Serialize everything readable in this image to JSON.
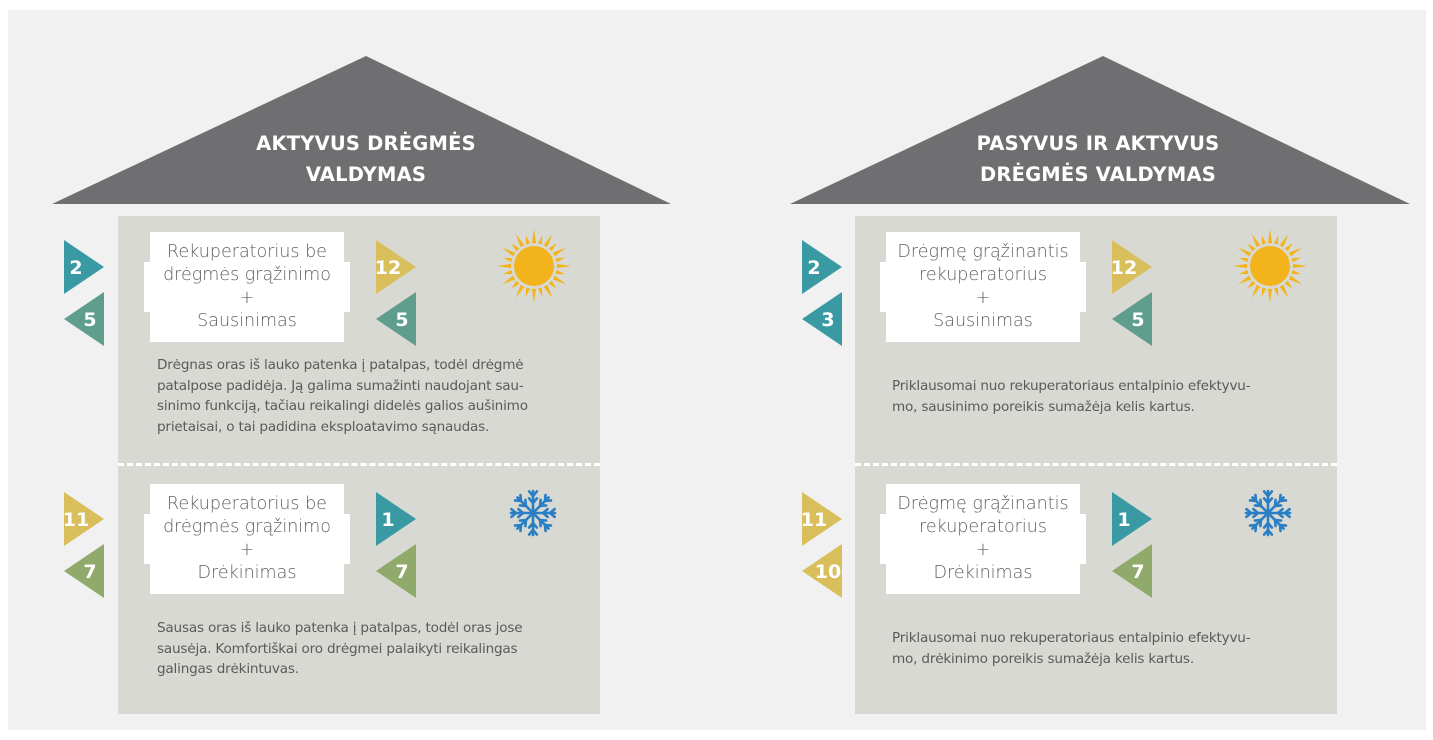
{
  "colors": {
    "background": "#f1f1f1",
    "roof": "#6f6f71",
    "house_body": "#d9d9d3",
    "teal": "#3a9aa4",
    "green": "#5f9e8c",
    "gold": "#d9bf5b",
    "olive": "#8faa6a",
    "sun": "#f2b31b",
    "snowflake": "#2a7ec4"
  },
  "houses": [
    {
      "title": "AKTYVUS DRĖGMĖS\nVALDYMAS",
      "summer": {
        "icon": "sun-icon",
        "system": "Rekuperatorius be\ndrėgmės grąžinimo\n+\nSausinimas",
        "badges_left": [
          {
            "value": "2",
            "direction": "right",
            "color": "teal"
          },
          {
            "value": "5",
            "direction": "left",
            "color": "green"
          }
        ],
        "badges_right": [
          {
            "value": "12",
            "direction": "right",
            "color": "gold"
          },
          {
            "value": "5",
            "direction": "left",
            "color": "green"
          }
        ],
        "description": "Drėgnas oras iš lauko patenka į patalpas, todėl drėgmė\npatalpose padidėja. Ją galima sumažinti naudojant sau-\nsinimo funkciją, tačiau reikalingi didelės galios aušinimo\nprietaisai, o tai padidina eksploatavimo sąnaudas."
      },
      "winter": {
        "icon": "snowflake-icon",
        "system": "Rekuperatorius be\ndrėgmės grąžinimo\n+\nDrėkinimas",
        "badges_left": [
          {
            "value": "11",
            "direction": "right",
            "color": "gold"
          },
          {
            "value": "7",
            "direction": "left",
            "color": "olive"
          }
        ],
        "badges_right": [
          {
            "value": "1",
            "direction": "right",
            "color": "teal"
          },
          {
            "value": "7",
            "direction": "left",
            "color": "olive"
          }
        ],
        "description": "Sausas oras iš lauko patenka į patalpas, todėl oras jose\nsausėja. Komfortiškai oro drėgmei palaikyti reikalingas\ngalingas drėkintuvas."
      }
    },
    {
      "title": "PASYVUS IR AKTYVUS\nDRĖGMĖS VALDYMAS",
      "summer": {
        "icon": "sun-icon",
        "system": "Drėgmę grąžinantis\nrekuperatorius\n+\nSausinimas",
        "badges_left": [
          {
            "value": "2",
            "direction": "right",
            "color": "teal"
          },
          {
            "value": "3",
            "direction": "left",
            "color": "teal"
          }
        ],
        "badges_right": [
          {
            "value": "12",
            "direction": "right",
            "color": "gold"
          },
          {
            "value": "5",
            "direction": "left",
            "color": "green"
          }
        ],
        "description": "Priklausomai nuo rekuperatoriaus entalpinio efektyvu-\nmo, sausinimo poreikis sumažėja kelis kartus."
      },
      "winter": {
        "icon": "snowflake-icon",
        "system": "Drėgmę grąžinantis\nrekuperatorius\n+\nDrėkinimas",
        "badges_left": [
          {
            "value": "11",
            "direction": "right",
            "color": "gold"
          },
          {
            "value": "10",
            "direction": "left",
            "color": "gold"
          }
        ],
        "badges_right": [
          {
            "value": "1",
            "direction": "right",
            "color": "teal"
          },
          {
            "value": "7",
            "direction": "left",
            "color": "olive"
          }
        ],
        "description": "Priklausomai nuo rekuperatoriaus entalpinio efektyvu-\nmo, drėkinimo poreikis sumažėja kelis kartus."
      }
    }
  ]
}
